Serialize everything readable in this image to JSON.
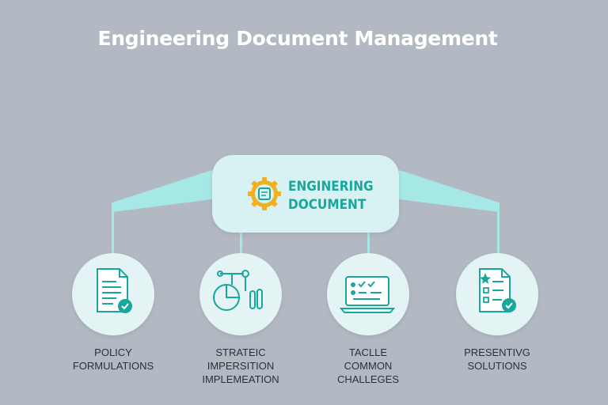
{
  "title": "Engineering Document Management",
  "hub": {
    "line1": "ENGINERING",
    "line2": "DOCUMENT",
    "icon": "gear-document-icon"
  },
  "nodes": [
    {
      "icon": "document-check-icon",
      "line1": "POLICY",
      "line2": "FORMULATIONS",
      "line3": ""
    },
    {
      "icon": "tools-chart-icon",
      "line1": "STRATEIC",
      "line2": "IMPERSITION",
      "line3": "IMPLEMEATION"
    },
    {
      "icon": "laptop-checklist-icon",
      "line1": "TACLLE",
      "line2": "COMMON",
      "line3": "CHALLEGES"
    },
    {
      "icon": "checklist-document-icon",
      "line1": "PRESENTIVG",
      "line2": "SOLUTIONS",
      "line3": ""
    }
  ],
  "colors": {
    "background": "#b3b9c2",
    "accent": "#19a79c",
    "hub_fill": "#d8f1f3",
    "connector": "#a6e8e6",
    "gear": "#f2b01e"
  }
}
